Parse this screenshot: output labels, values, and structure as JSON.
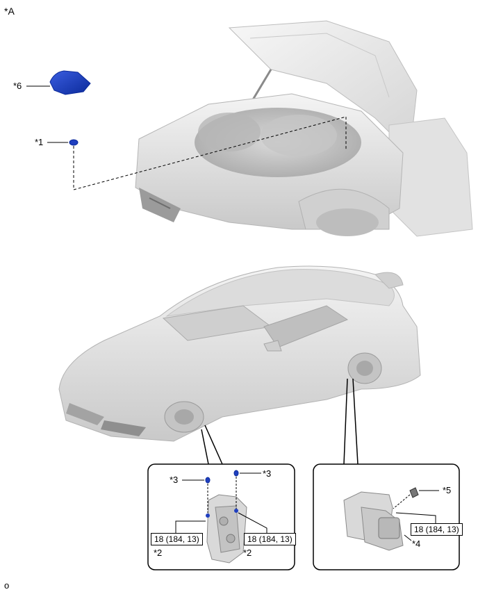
{
  "figure_label": "*A",
  "callouts": {
    "c1": "*1",
    "c2_left": "*2",
    "c2_right": "*2",
    "c3_left": "*3",
    "c3_right": "*3",
    "c4": "*4",
    "c5": "*5",
    "c6": "*6"
  },
  "torque": {
    "t_left": "18 (184, 13)",
    "t_right": "18 (184, 13)",
    "t_rear": "18 (184, 13)"
  },
  "footer_code": "o",
  "colors": {
    "part_blue": "#1f3fbf",
    "part_blue_dark": "#0b2a9a",
    "car_body": "#e6e6e6",
    "car_shadow": "#bdbdbd"
  }
}
